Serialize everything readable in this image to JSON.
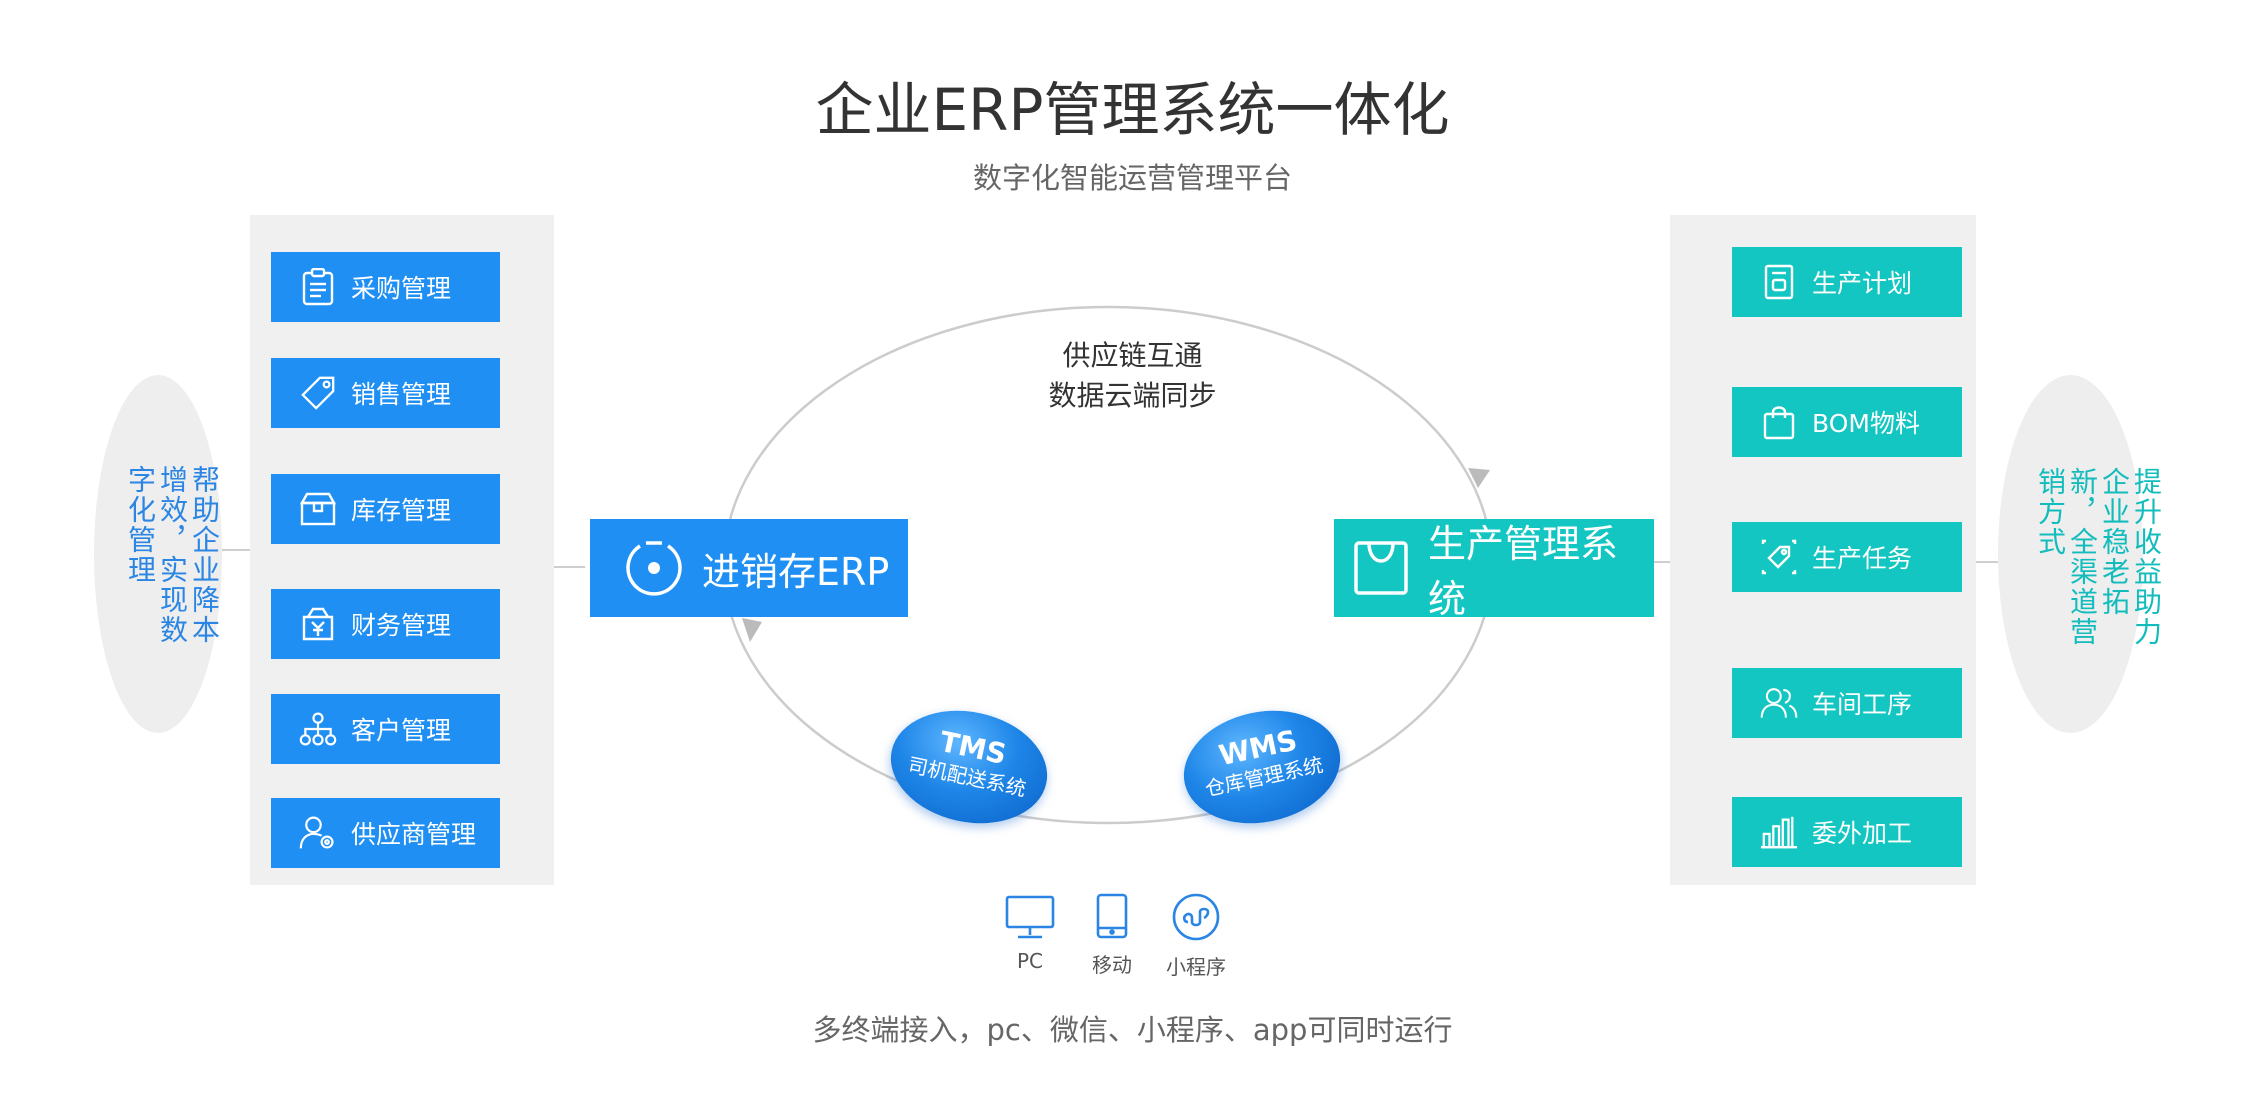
{
  "header": {
    "title": "企业ERP管理系统一体化",
    "subtitle": "数字化智能运营管理平台"
  },
  "left_oval": {
    "text": "帮助企业降本增效，实现数字化管理"
  },
  "right_oval": {
    "text": "提升收益助力企业稳老拓新，全渠道营销方式"
  },
  "left_modules": [
    {
      "label": "采购管理",
      "icon": "clipboard-icon"
    },
    {
      "label": "销售管理",
      "icon": "tag-icon"
    },
    {
      "label": "库存管理",
      "icon": "box-icon"
    },
    {
      "label": "财务管理",
      "icon": "yen-icon"
    },
    {
      "label": "客户管理",
      "icon": "hierarchy-icon"
    },
    {
      "label": "供应商管理",
      "icon": "user-gear-icon"
    }
  ],
  "right_modules": [
    {
      "label": "生产计划",
      "icon": "doc-icon"
    },
    {
      "label": "BOM物料",
      "icon": "bag-icon"
    },
    {
      "label": "生产任务",
      "icon": "task-tag-icon"
    },
    {
      "label": "车间工序",
      "icon": "users-icon"
    },
    {
      "label": "委外加工",
      "icon": "bar-chart-icon"
    }
  ],
  "center": {
    "cloud_line1": "供应链互通",
    "cloud_line2": "数据云端同步",
    "erp_label": "进销存ERP",
    "production_label": "生产管理系统",
    "tms_title": "TMS",
    "tms_sub": "司机配送系统",
    "wms_title": "WMS",
    "wms_sub": "仓库管理系统"
  },
  "devices": [
    {
      "label": "PC",
      "icon": "monitor-icon"
    },
    {
      "label": "移动",
      "icon": "phone-icon"
    },
    {
      "label": "小程序",
      "icon": "mini-program-icon"
    }
  ],
  "footer": {
    "text": "多终端接入，pc、微信、小程序、app可同时运行"
  },
  "colors": {
    "blue": "#1f8ff3",
    "teal": "#13c6c2",
    "panel": "#f0f0f0"
  }
}
